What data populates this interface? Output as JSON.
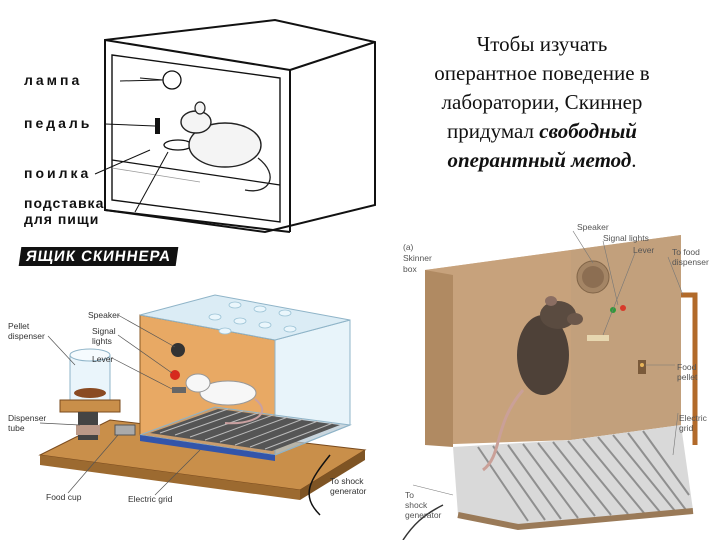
{
  "text": {
    "line1": "Чтобы изучать",
    "line2": "оперантное поведение в",
    "line3": "лаборатории, Скиннер",
    "line4_plain": "придумал ",
    "line4_em": "свободный",
    "line5_em": "оперантный метод",
    "line5_tail": "."
  },
  "top_diagram": {
    "labels": {
      "lamp": "лампа",
      "pedal": "педаль",
      "drinker": "поилка",
      "stand_1": "подставка",
      "stand_2": "для пищи"
    },
    "caption": "ЯЩИК СКИННЕРА"
  },
  "bottom_left": {
    "labels": {
      "speaker": "Speaker",
      "signal_lights_1": "Signal",
      "signal_lights_2": "lights",
      "lever": "Lever",
      "pellet_dispenser_1": "Pellet",
      "pellet_dispenser_2": "dispenser",
      "dispenser_tube_1": "Dispenser",
      "dispenser_tube_2": "tube",
      "food_cup": "Food cup",
      "electric_grid": "Electric grid",
      "shock_1": "To shock",
      "shock_2": "generator"
    }
  },
  "right_photo": {
    "labels": {
      "box_1": "(a)",
      "box_2": "Skinner",
      "box_3": "box",
      "speaker": "Speaker",
      "signal_lights": "Signal lights",
      "lever": "Lever",
      "food_dispenser_1": "To food",
      "food_dispenser_2": "dispenser",
      "food_pellet_1": "Food",
      "food_pellet_2": "pellet",
      "grid_1": "Electric",
      "grid_2": "grid",
      "shock_1": "To",
      "shock_2": "shock",
      "shock_3": "generator"
    }
  }
}
